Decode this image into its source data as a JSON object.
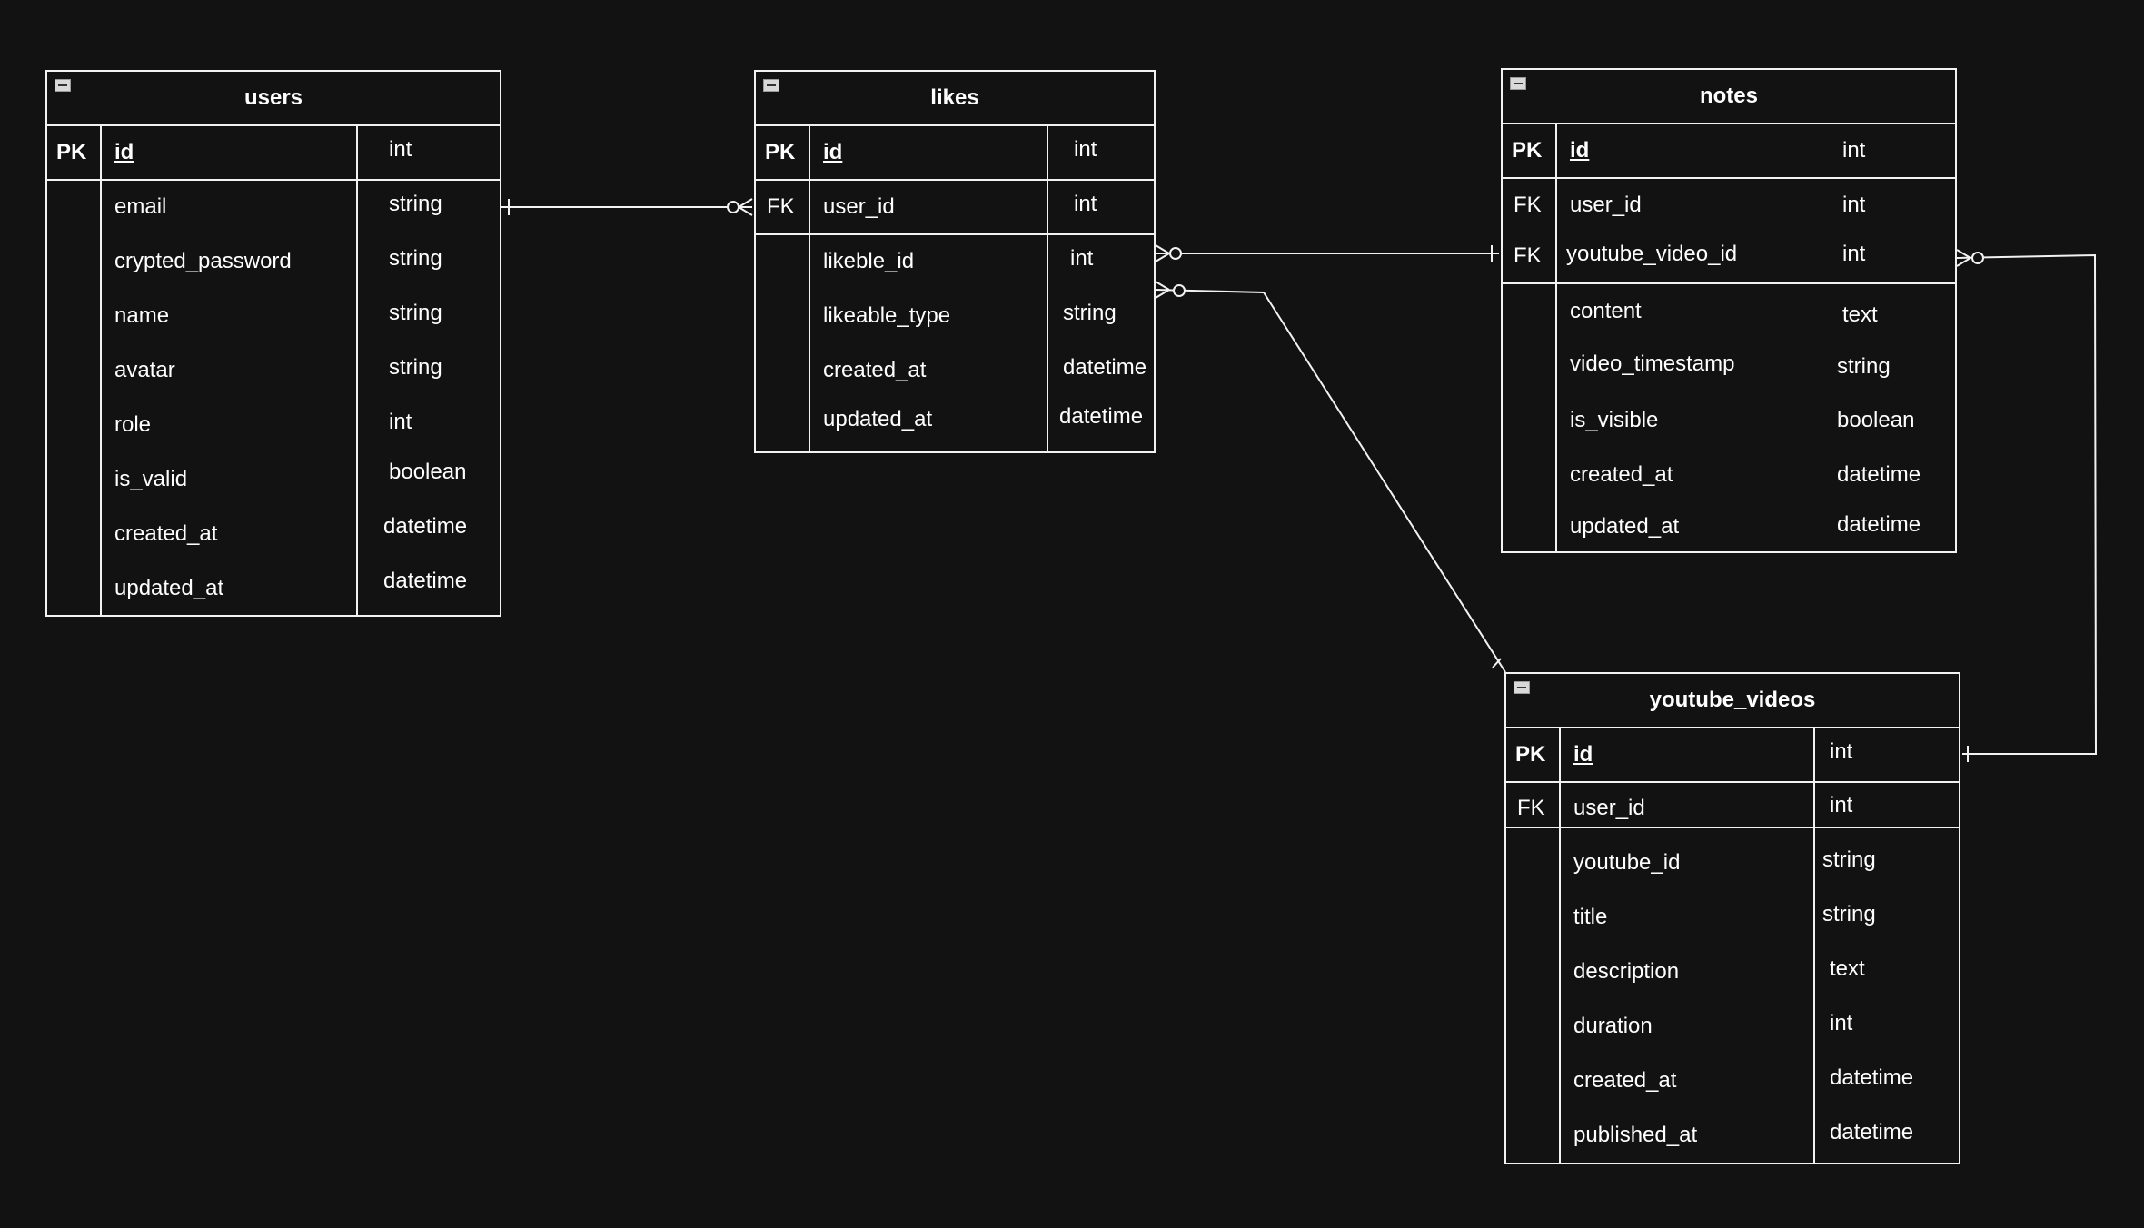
{
  "entities": {
    "users": {
      "name": "users",
      "pk": {
        "key": "PK",
        "name": "id",
        "type": "int"
      },
      "columns": [
        {
          "name": "email",
          "type": "string"
        },
        {
          "name": "crypted_password",
          "type": "string"
        },
        {
          "name": "name",
          "type": "string"
        },
        {
          "name": "avatar",
          "type": "string"
        },
        {
          "name": "role",
          "type": "int"
        },
        {
          "name": "is_valid",
          "type": "boolean"
        },
        {
          "name": "created_at",
          "type": "datetime"
        },
        {
          "name": "updated_at",
          "type": "datetime"
        }
      ]
    },
    "likes": {
      "name": "likes",
      "pk": {
        "key": "PK",
        "name": "id",
        "type": "int"
      },
      "fk": [
        {
          "key": "FK",
          "name": "user_id",
          "type": "int"
        }
      ],
      "columns": [
        {
          "name": "likeble_id",
          "type": "int"
        },
        {
          "name": "likeable_type",
          "type": "string"
        },
        {
          "name": "created_at",
          "type": "datetime"
        },
        {
          "name": "updated_at",
          "type": "datetime"
        }
      ]
    },
    "notes": {
      "name": "notes",
      "pk": {
        "key": "PK",
        "name": "id",
        "type": "int"
      },
      "fk": [
        {
          "key": "FK",
          "name": "user_id",
          "type": "int"
        },
        {
          "key": "FK",
          "name": "youtube_video_id",
          "type": "int"
        }
      ],
      "columns": [
        {
          "name": "content",
          "type": "text"
        },
        {
          "name": "video_timestamp",
          "type": "string"
        },
        {
          "name": "is_visible",
          "type": "boolean"
        },
        {
          "name": "created_at",
          "type": "datetime"
        },
        {
          "name": "updated_at",
          "type": "datetime"
        }
      ]
    },
    "youtube_videos": {
      "name": "youtube_videos",
      "pk": {
        "key": "PK",
        "name": "id",
        "type": "int"
      },
      "fk": [
        {
          "key": "FK",
          "name": "user_id",
          "type": "int"
        }
      ],
      "columns": [
        {
          "name": "youtube_id",
          "type": "string"
        },
        {
          "name": "title",
          "type": "string"
        },
        {
          "name": "description",
          "type": "text"
        },
        {
          "name": "duration",
          "type": "int"
        },
        {
          "name": "created_at",
          "type": "datetime"
        },
        {
          "name": "published_at",
          "type": "datetime"
        }
      ]
    }
  },
  "colors": {
    "background": "#121212",
    "line": "#f2f2f2",
    "text": "#ffffff"
  }
}
